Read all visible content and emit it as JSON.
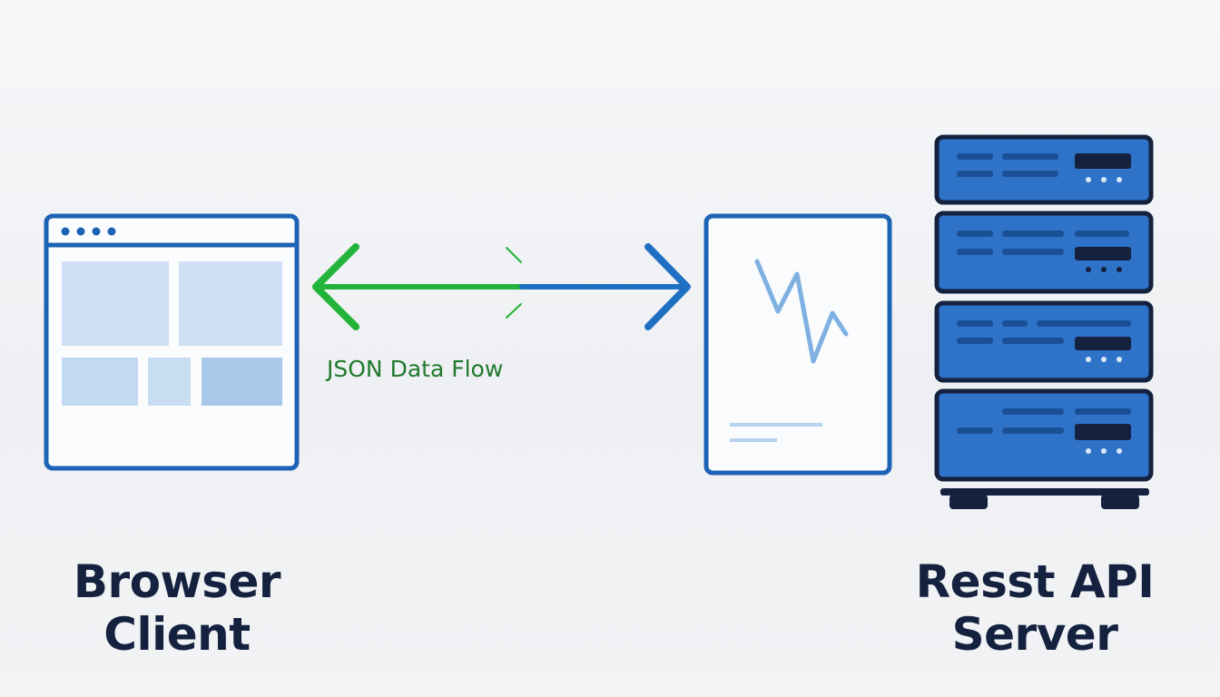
{
  "diagram": {
    "client": {
      "label_line1": "Browser",
      "label_line2": "Client"
    },
    "connection": {
      "label": "JSON Data Flow"
    },
    "server": {
      "label_line1": "Resst API",
      "label_line2": "Server"
    }
  },
  "colors": {
    "navy": "#14213f",
    "frame_blue": "#1d63b5",
    "server_blue": "#2f73c9",
    "arrow_green": "#22b33a",
    "arrow_blue": "#1f6fc2",
    "label_green": "#1f7a2c",
    "panel_light": "#cfe0f4",
    "panel_mid": "#a9c8ea"
  },
  "icons": {
    "client": "browser-window-icon",
    "payload": "json-document-icon",
    "server": "server-rack-icon",
    "arrow": "bidirectional-arrow-icon"
  }
}
